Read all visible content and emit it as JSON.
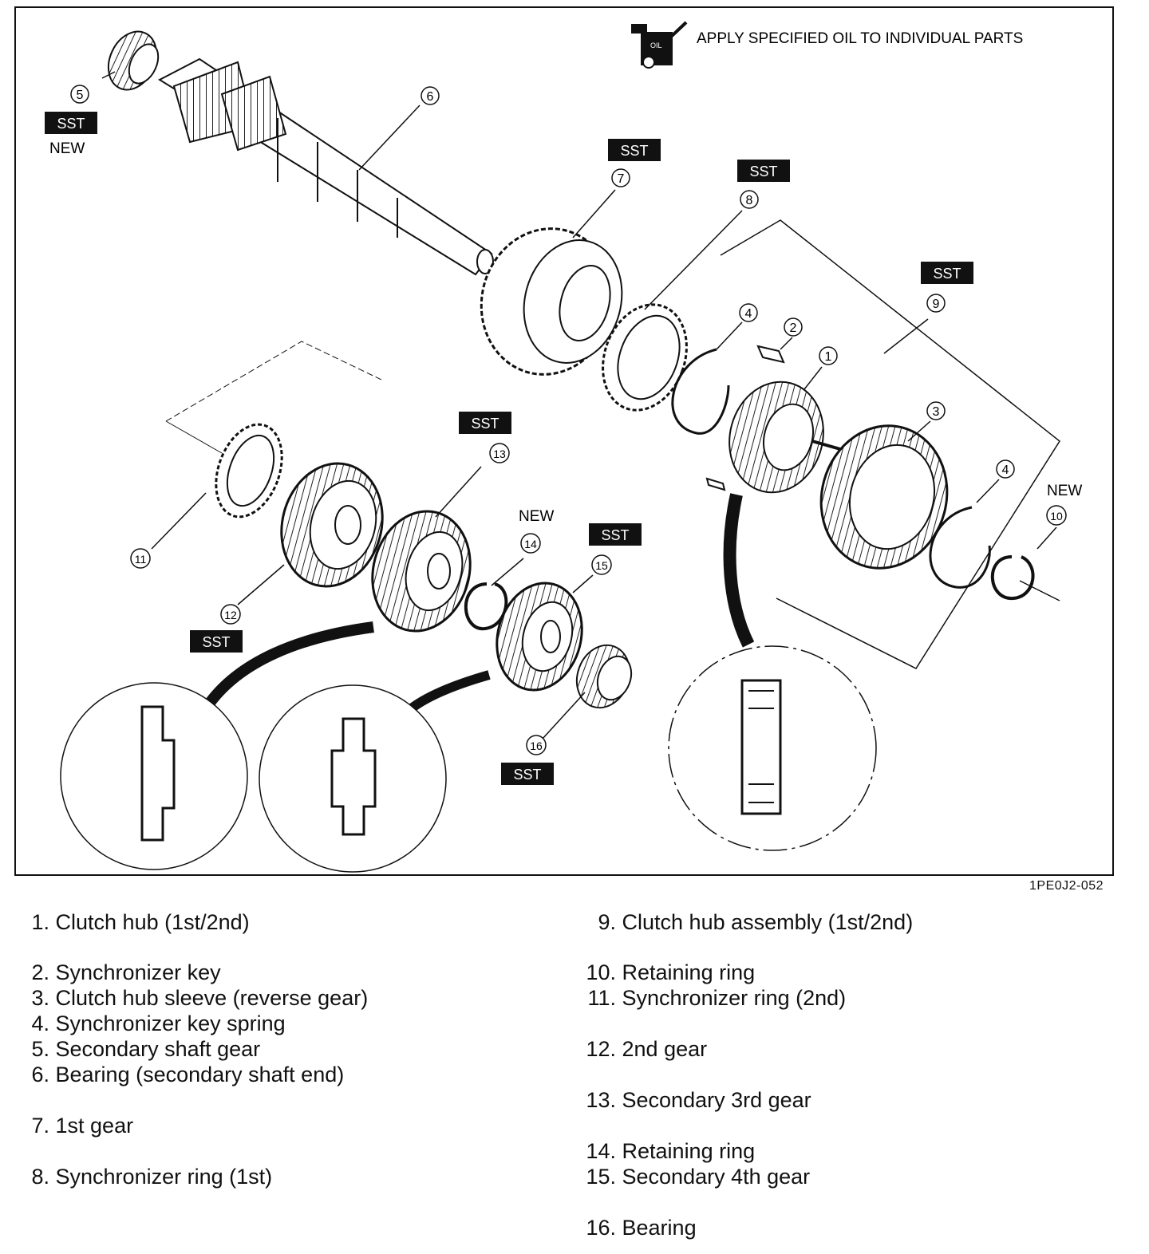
{
  "header": {
    "oil_note": "APPLY SPECIFIED OIL TO INDIVIDUAL PARTS",
    "oil_icon_text": "OIL",
    "oil_icon": "oil-can-icon"
  },
  "tags": {
    "sst": "SST",
    "new": "NEW"
  },
  "callouts": [
    "1",
    "2",
    "3",
    "4",
    "4",
    "5",
    "6",
    "7",
    "8",
    "9",
    "10",
    "11",
    "12",
    "13",
    "14",
    "15",
    "16"
  ],
  "figure_id": "1PE0J2-052",
  "legend": {
    "left": [
      {
        "num": "1.",
        "label": "Clutch hub (1st/2nd)"
      },
      {
        "num": "2.",
        "label": "Synchronizer key"
      },
      {
        "num": "3.",
        "label": "Clutch hub sleeve (reverse gear)"
      },
      {
        "num": "4.",
        "label": "Synchronizer key spring"
      },
      {
        "num": "5.",
        "label": "Secondary shaft gear"
      },
      {
        "num": "6.",
        "label": "Bearing (secondary shaft end)"
      },
      {
        "num": "7.",
        "label": "1st gear"
      },
      {
        "num": "8.",
        "label": "Synchronizer ring (1st)"
      }
    ],
    "right": [
      {
        "num": "9.",
        "label": "Clutch hub assembly (1st/2nd)"
      },
      {
        "num": "10.",
        "label": "Retaining ring"
      },
      {
        "num": "11.",
        "label": "Synchronizer ring (2nd)"
      },
      {
        "num": "12.",
        "label": "2nd gear"
      },
      {
        "num": "13.",
        "label": "Secondary 3rd gear"
      },
      {
        "num": "14.",
        "label": "Retaining ring"
      },
      {
        "num": "15.",
        "label": "Secondary 4th gear"
      },
      {
        "num": "16.",
        "label": "Bearing"
      }
    ]
  }
}
